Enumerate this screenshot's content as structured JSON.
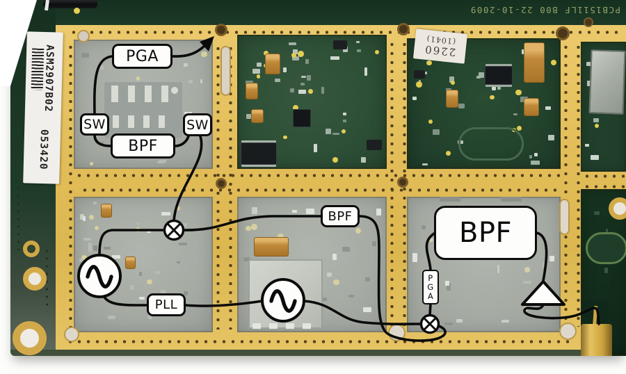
{
  "window": {
    "type": "annotated-photo",
    "subject": "RF receiver PCB with overlaid signal-chain block diagram"
  },
  "board": {
    "left_sticker": {
      "serial": "ASM2907B02",
      "code": "053420"
    },
    "silkscreen": "PCB1511LF  B00  22-10-2009",
    "date_sticker": {
      "line1": "2260",
      "line2": "(1041)"
    }
  },
  "diagram": {
    "labels": {
      "pga_top": "PGA",
      "sw_left": "SW",
      "sw_right": "SW",
      "bpf_top": "BPF",
      "bpf_mid": "BPF",
      "pll": "PLL",
      "bpf_large": "BPF",
      "pga_vert": "PGA"
    },
    "symbols": {
      "oscillator1": "sine-wave-source",
      "oscillator2": "sine-wave-source",
      "mixer1": "mixer-cross-circle",
      "mixer2": "mixer-cross-circle",
      "amplifier": "amplifier-triangle",
      "output_arrow": "signal-output-arrow"
    },
    "ink_color": "#0b0b0b",
    "box_fill": "#fdfdfc"
  },
  "palette": {
    "gold_frame": "#e2bd59",
    "board_dark_green": "#1d3a27",
    "module_green": "#2e5037",
    "tint_gray": "#a6aba4",
    "tantalum_orange": "#c08a3a",
    "background": "#ffffff"
  }
}
